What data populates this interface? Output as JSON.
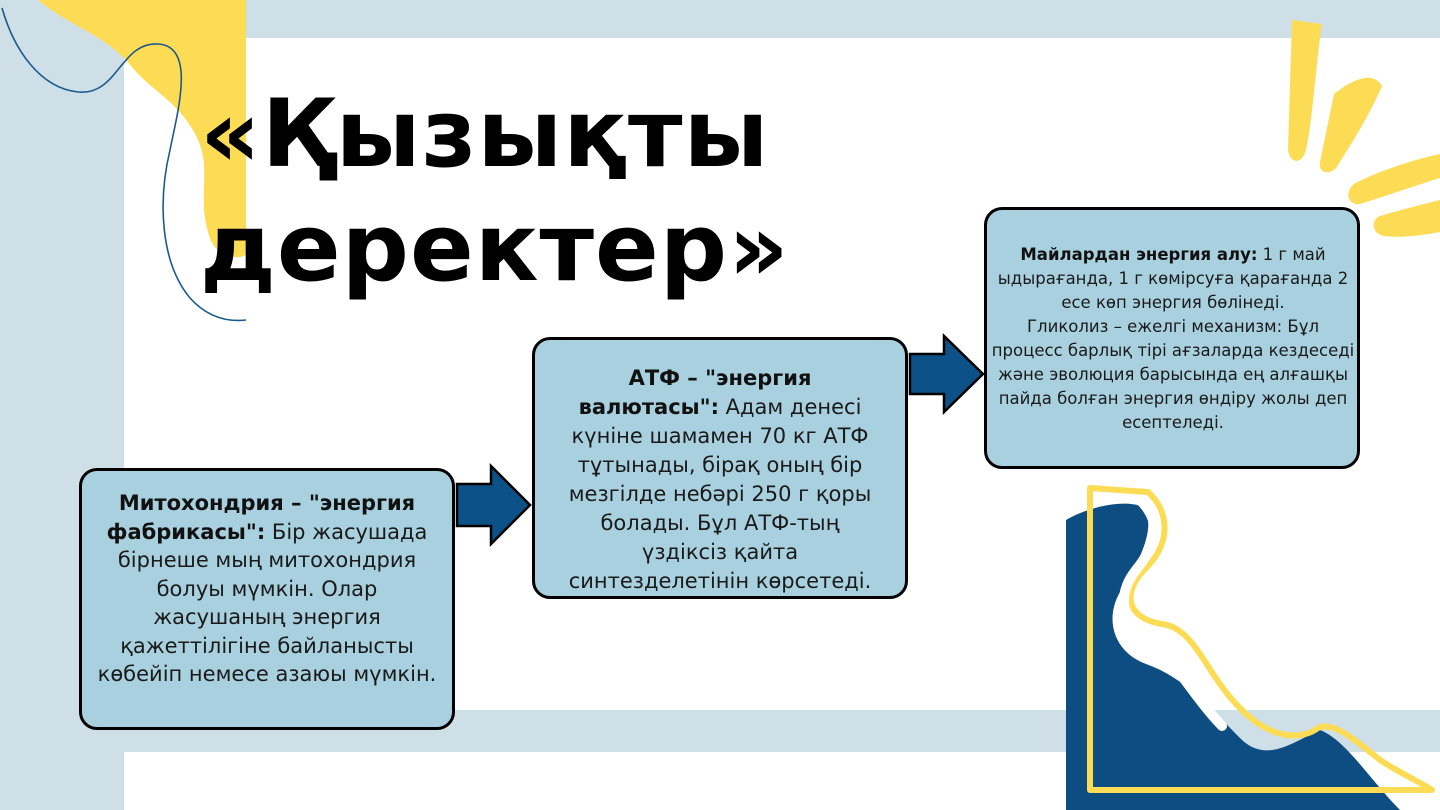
{
  "title": {
    "line1": "«Қызықты",
    "line2": "деректер»"
  },
  "boxes": [
    {
      "heading": "Митохондрия – \"энергия фабрикасы\":",
      "text": " Бір жасушада бірнеше мың митохондрия болуы мүмкін. Олар жасушаның энергия қажеттілігіне байланысты көбейіп немесе азаюы мүмкін."
    },
    {
      "heading": "АТФ – \"энергия валютасы\":",
      "text": " Адам денесі күніне шамамен 70 кг АТФ тұтынады, бірақ оның бір мезгілде небәрі 250 г қоры болады. Бұл АТФ-тың үздіксіз қайта синтезделетінін көрсетеді."
    },
    {
      "heading": "Майлардан энергия алу:",
      "text": " 1 г май ыдырағанда, 1 г көмірсуға қарағанда 2 есе көп энергия бөлінеді.",
      "text2": "Гликолиз – ежелгі механизм: Бұл процесс барлық тірі ағзаларда кездеседі және эволюция барысында ең алғашқы пайда болған энергия өндіру жолы деп есептеледі."
    }
  ],
  "colors": {
    "band": "#cfdfe8",
    "box_fill": "#a8d0de",
    "arrow": "#0d5189",
    "accent_yellow": "#fddc55",
    "accent_blue": "#0d4d82"
  },
  "icons": [
    "right-arrow-icon",
    "right-arrow-icon"
  ]
}
